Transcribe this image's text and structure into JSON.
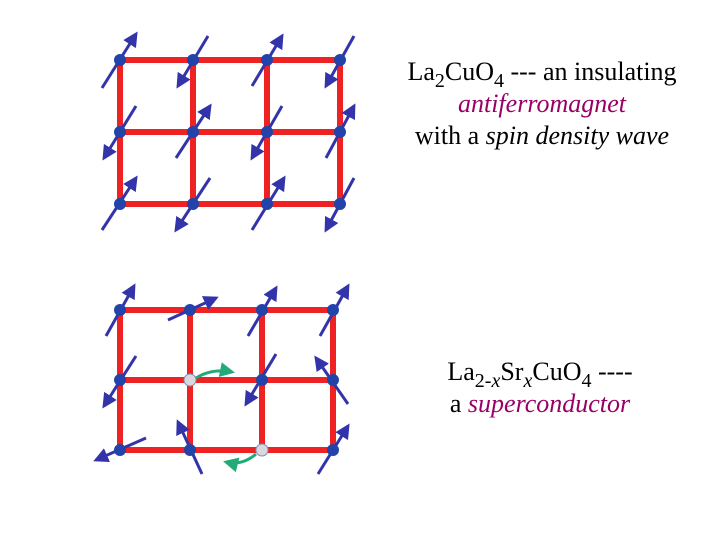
{
  "captions": {
    "top": {
      "formula_la": "La",
      "formula_la_sub": "2",
      "formula_cu": "Cu",
      "formula_o": "O",
      "formula_o_sub": "4",
      "line1_rest": " --- an insulating",
      "line2": "antiferromagnet",
      "line3_prefix": "with a ",
      "line3_emph": "spin density wave"
    },
    "bottom": {
      "formula_la": "La",
      "formula_la_sub": "2-",
      "formula_x": "x",
      "formula_sr": "Sr",
      "formula_sr_sub": "x",
      "formula_cu": "Cu",
      "formula_o": "O",
      "formula_o_sub": "4",
      "line1_rest": " ----",
      "line2_prefix": "a ",
      "line2_emph": "superconductor"
    }
  },
  "colors": {
    "bond": "#ee2222",
    "site": "#2244aa",
    "spin": "#3333aa",
    "hole": "#d8d8e0",
    "hop_arrow": "#22aa77",
    "accent": "#990066"
  }
}
